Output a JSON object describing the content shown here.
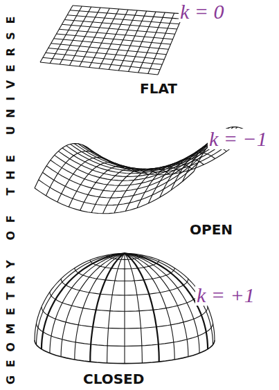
{
  "diagram": {
    "labels": [
      "GEOMETRY OF THE UNIVERSE",
      "k = 0",
      "FLAT",
      "k = −1",
      "OPEN",
      "k = +1",
      "CLOSED"
    ]
  }
}
